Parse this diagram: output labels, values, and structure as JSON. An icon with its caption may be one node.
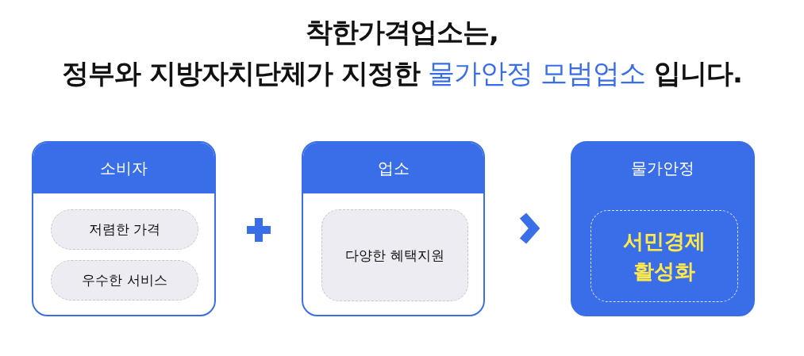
{
  "diagram": {
    "title": "착한가격업소는, 정부와 지방자치단체가 지정한 *물가안정 모범업소* 입니다.",
    "nodes": [
      {
        "text": [
          "소비자"
        ]
      },
      {
        "text": [
          "저렴한 가격"
        ],
        "in": 0
      },
      {
        "text": [
          "우수한 서비스"
        ],
        "in": 0
      },
      {
        "text": [
          "업소"
        ]
      },
      {
        "text": [
          "다양한 혜택지원"
        ],
        "in": 3
      },
      {
        "text": [
          "물가안정"
        ]
      },
      {
        "text": [
          "서민경제 활성화"
        ],
        "in": 5
      }
    ],
    "edges": [
      {
        "from": 3,
        "to": 5,
        "arrow": "to"
      }
    ]
  }
}
